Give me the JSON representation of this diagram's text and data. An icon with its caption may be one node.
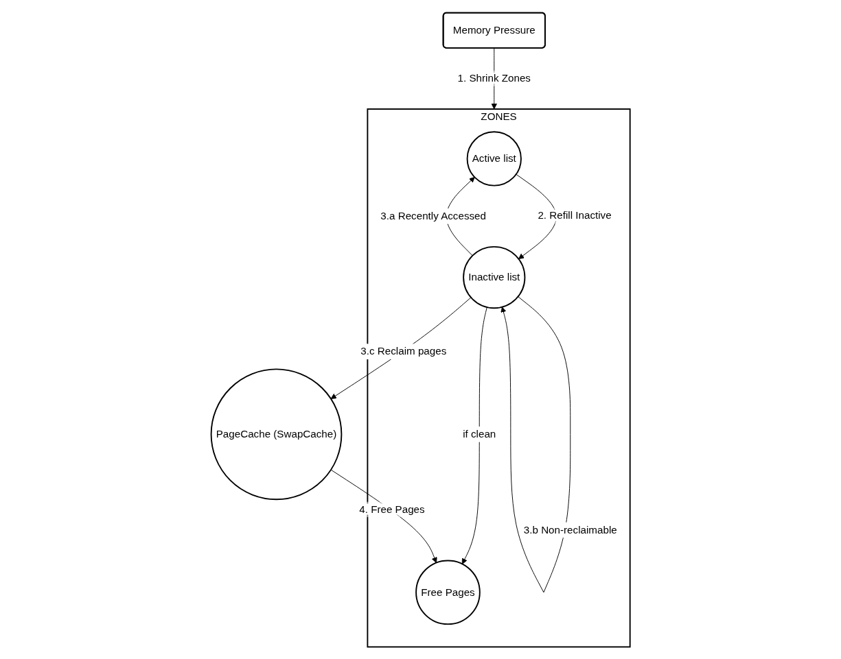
{
  "diagram": {
    "nodes": [
      {
        "text": [
          "Memory Pressure"
        ]
      },
      {
        "text": [
          "ZONES"
        ]
      },
      {
        "text": [
          "Active list"
        ],
        "in": 1
      },
      {
        "text": [
          "Inactive list"
        ],
        "in": 1
      },
      {
        "text": [
          "Free Pages"
        ],
        "in": 1
      },
      {
        "text": [
          "PageCache (SwapCache)"
        ]
      }
    ],
    "edges": [
      {
        "from": 0,
        "to": 1,
        "arrow": "to",
        "label": "1. Shrink Zones"
      },
      {
        "from": 2,
        "to": 3,
        "arrow": "to",
        "label": "2. Refill Inactive"
      },
      {
        "from": 3,
        "to": 2,
        "arrow": "to",
        "label": "3.a Recently Accessed"
      },
      {
        "from": 3,
        "to": 3,
        "arrow": "to",
        "label": "3.b Non-reclaimable"
      },
      {
        "from": 3,
        "to": 5,
        "arrow": "to",
        "label": "3.c Reclaim pages"
      },
      {
        "from": 3,
        "to": 4,
        "arrow": "to",
        "label": "if clean"
      },
      {
        "from": 5,
        "to": 4,
        "arrow": "to",
        "label": "4. Free Pages"
      }
    ]
  }
}
